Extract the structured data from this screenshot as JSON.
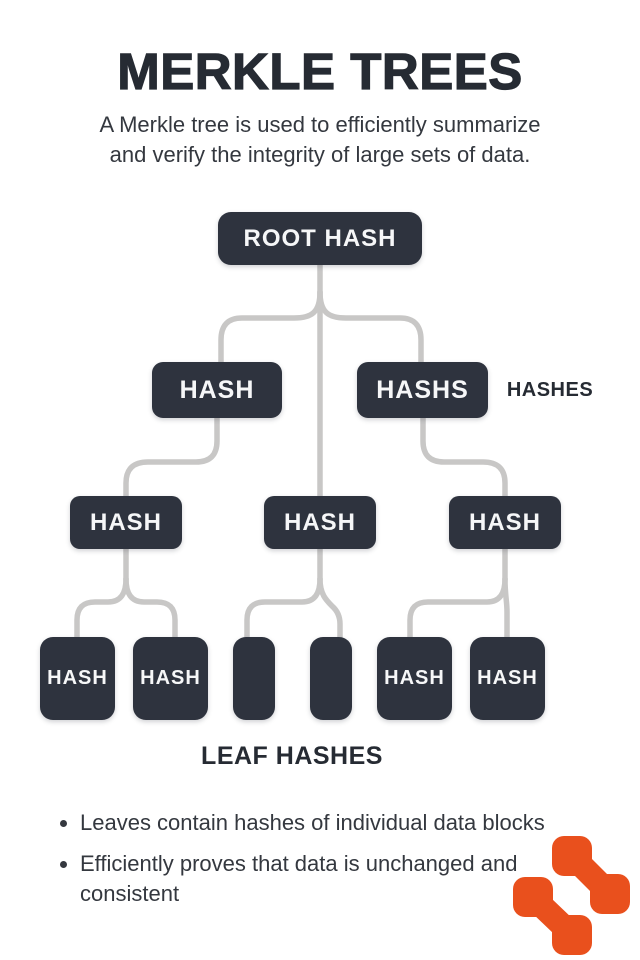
{
  "header": {
    "title": "MERKLE TREES",
    "subtitle_lines": [
      "A Merkle tree is used to efficiently summarize",
      "and verify the integrity of large sets of data."
    ]
  },
  "tree": {
    "root": {
      "label": "ROOT HASH"
    },
    "level2": [
      {
        "label": "HASH"
      },
      {
        "label": "HASHS"
      }
    ],
    "side_label": "HASHES",
    "level3": [
      {
        "label": "HASH"
      },
      {
        "label": "HASH"
      },
      {
        "label": "HASH"
      }
    ],
    "leaves": [
      {
        "label": "HASH"
      },
      {
        "label": "HASH"
      },
      {
        "label": ""
      },
      {
        "label": ""
      },
      {
        "label": "HASH"
      },
      {
        "label": "HASH"
      }
    ],
    "caption": "LEAF HASHES"
  },
  "bullets": [
    "Leaves contain hashes of individual data blocks",
    "Efficiently proves that data is unchanged and consistent"
  ],
  "icons": {
    "logo": "orange-linked-squares-logo"
  },
  "colors": {
    "background": "#ffffff",
    "node_bg": "#2e333e",
    "node_text": "#f6f7f8",
    "connector": "#c8c7c6",
    "heading": "#262b33",
    "body": "#34383f",
    "logo_orange": "#E9501D"
  }
}
